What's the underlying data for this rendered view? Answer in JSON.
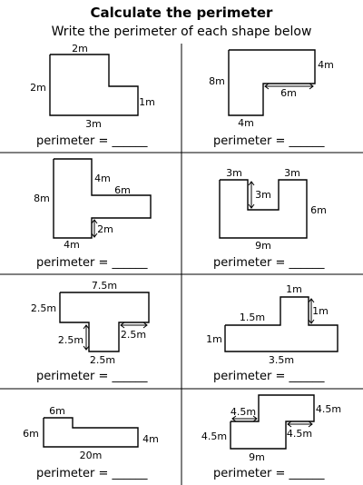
{
  "header": {
    "title": "Calculate the perimeter",
    "subtitle": "Write the perimeter of each shape below"
  },
  "perimeter_label": "perimeter = ______",
  "shapes": [
    {
      "labels": [
        "2m",
        "2m",
        "1m",
        "3m"
      ]
    },
    {
      "labels": [
        "8m",
        "4m",
        "6m",
        "4m"
      ]
    },
    {
      "labels": [
        "4m",
        "6m",
        "8m",
        "2m",
        "4m"
      ]
    },
    {
      "labels": [
        "3m",
        "3m",
        "3m",
        "6m",
        "9m"
      ]
    },
    {
      "labels": [
        "7.5m",
        "2.5m",
        "2.5m",
        "2.5m",
        "2.5m"
      ]
    },
    {
      "labels": [
        "1m",
        "1.5m",
        "1m",
        "1m",
        "3.5m"
      ]
    },
    {
      "labels": [
        "6m",
        "6m",
        "4m",
        "20m"
      ]
    },
    {
      "labels": [
        "4.5m",
        "4.5m",
        "4.5m",
        "4.5m",
        "9m"
      ]
    }
  ]
}
